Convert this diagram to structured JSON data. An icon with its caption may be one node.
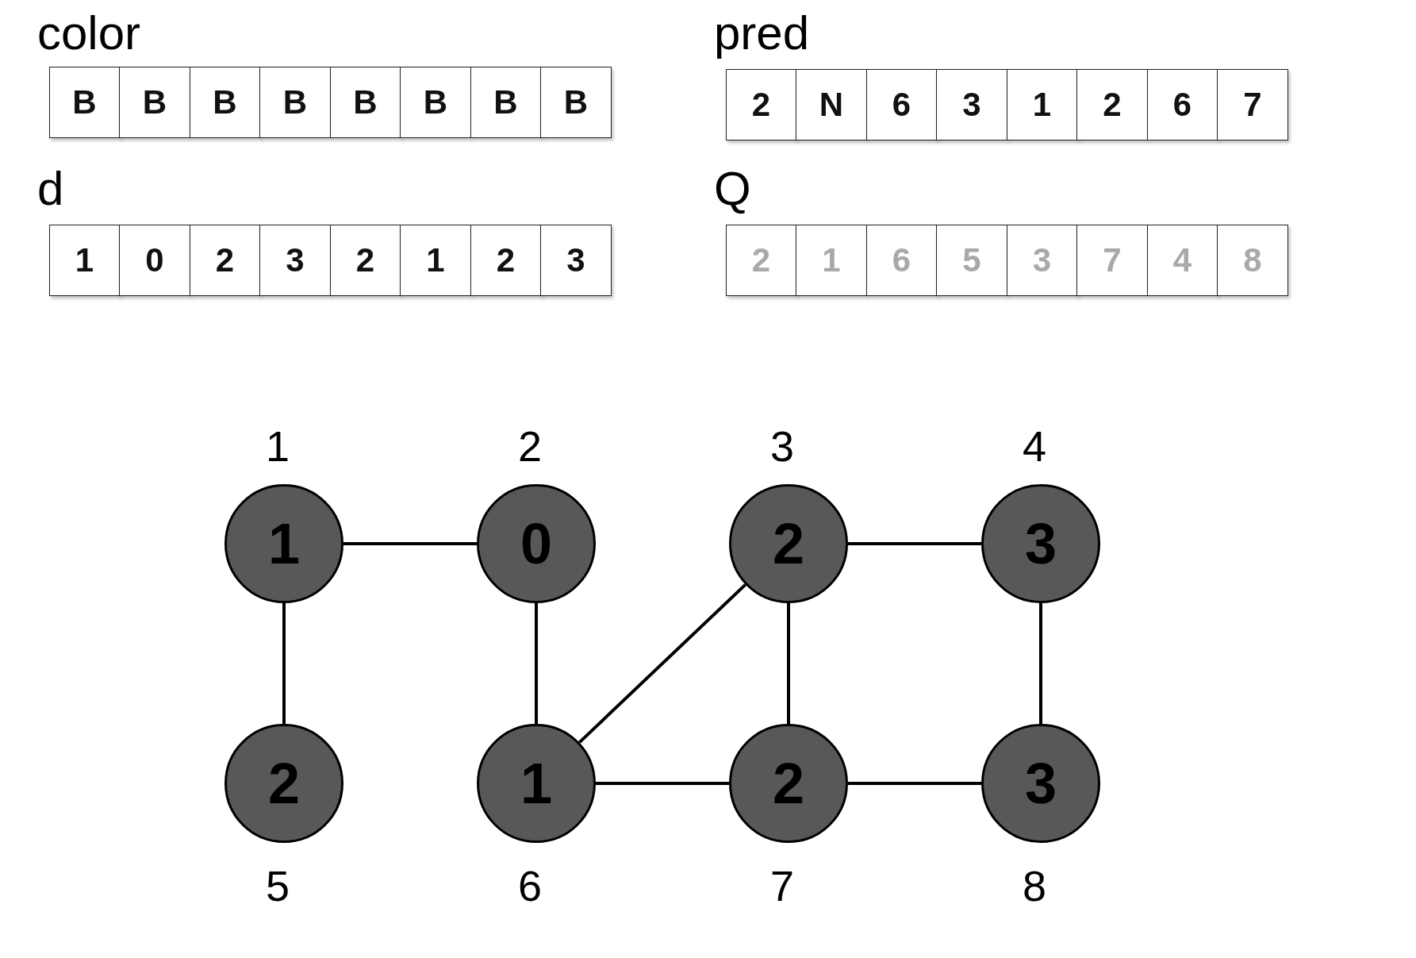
{
  "diagram": {
    "nodes": [
      {
        "text": [
          "1"
        ],
        "beside": [
          "1"
        ]
      },
      {
        "text": [
          "0"
        ],
        "beside": [
          "2"
        ]
      },
      {
        "text": [
          "2"
        ],
        "beside": [
          "3"
        ]
      },
      {
        "text": [
          "3"
        ],
        "beside": [
          "4"
        ]
      },
      {
        "text": [
          "2"
        ],
        "beside": [
          "5"
        ]
      },
      {
        "text": [
          "1"
        ],
        "beside": [
          "6"
        ]
      },
      {
        "text": [
          "2"
        ],
        "beside": [
          "7"
        ]
      },
      {
        "text": [
          "3"
        ],
        "beside": [
          "8"
        ]
      }
    ],
    "edges": [
      {
        "from": 0,
        "to": 1,
        "arrow": "none"
      },
      {
        "from": 0,
        "to": 4,
        "arrow": "none"
      },
      {
        "from": 1,
        "to": 5,
        "arrow": "none"
      },
      {
        "from": 5,
        "to": 2,
        "arrow": "none"
      },
      {
        "from": 2,
        "to": 3,
        "arrow": "none"
      },
      {
        "from": 2,
        "to": 6,
        "arrow": "none"
      },
      {
        "from": 3,
        "to": 7,
        "arrow": "none"
      },
      {
        "from": 5,
        "to": 6,
        "arrow": "none"
      },
      {
        "from": 6,
        "to": 7,
        "arrow": "none"
      }
    ],
    "labels": [
      "color",
      "B",
      "B",
      "B",
      "B",
      "B",
      "B",
      "B",
      "B",
      "d",
      "1",
      "0",
      "2",
      "3",
      "2",
      "1",
      "2",
      "3",
      "pred",
      "2",
      "N",
      "6",
      "3",
      "1",
      "2",
      "6",
      "7",
      "Q",
      "2",
      "1",
      "6",
      "5",
      "3",
      "7",
      "4",
      "8"
    ]
  }
}
